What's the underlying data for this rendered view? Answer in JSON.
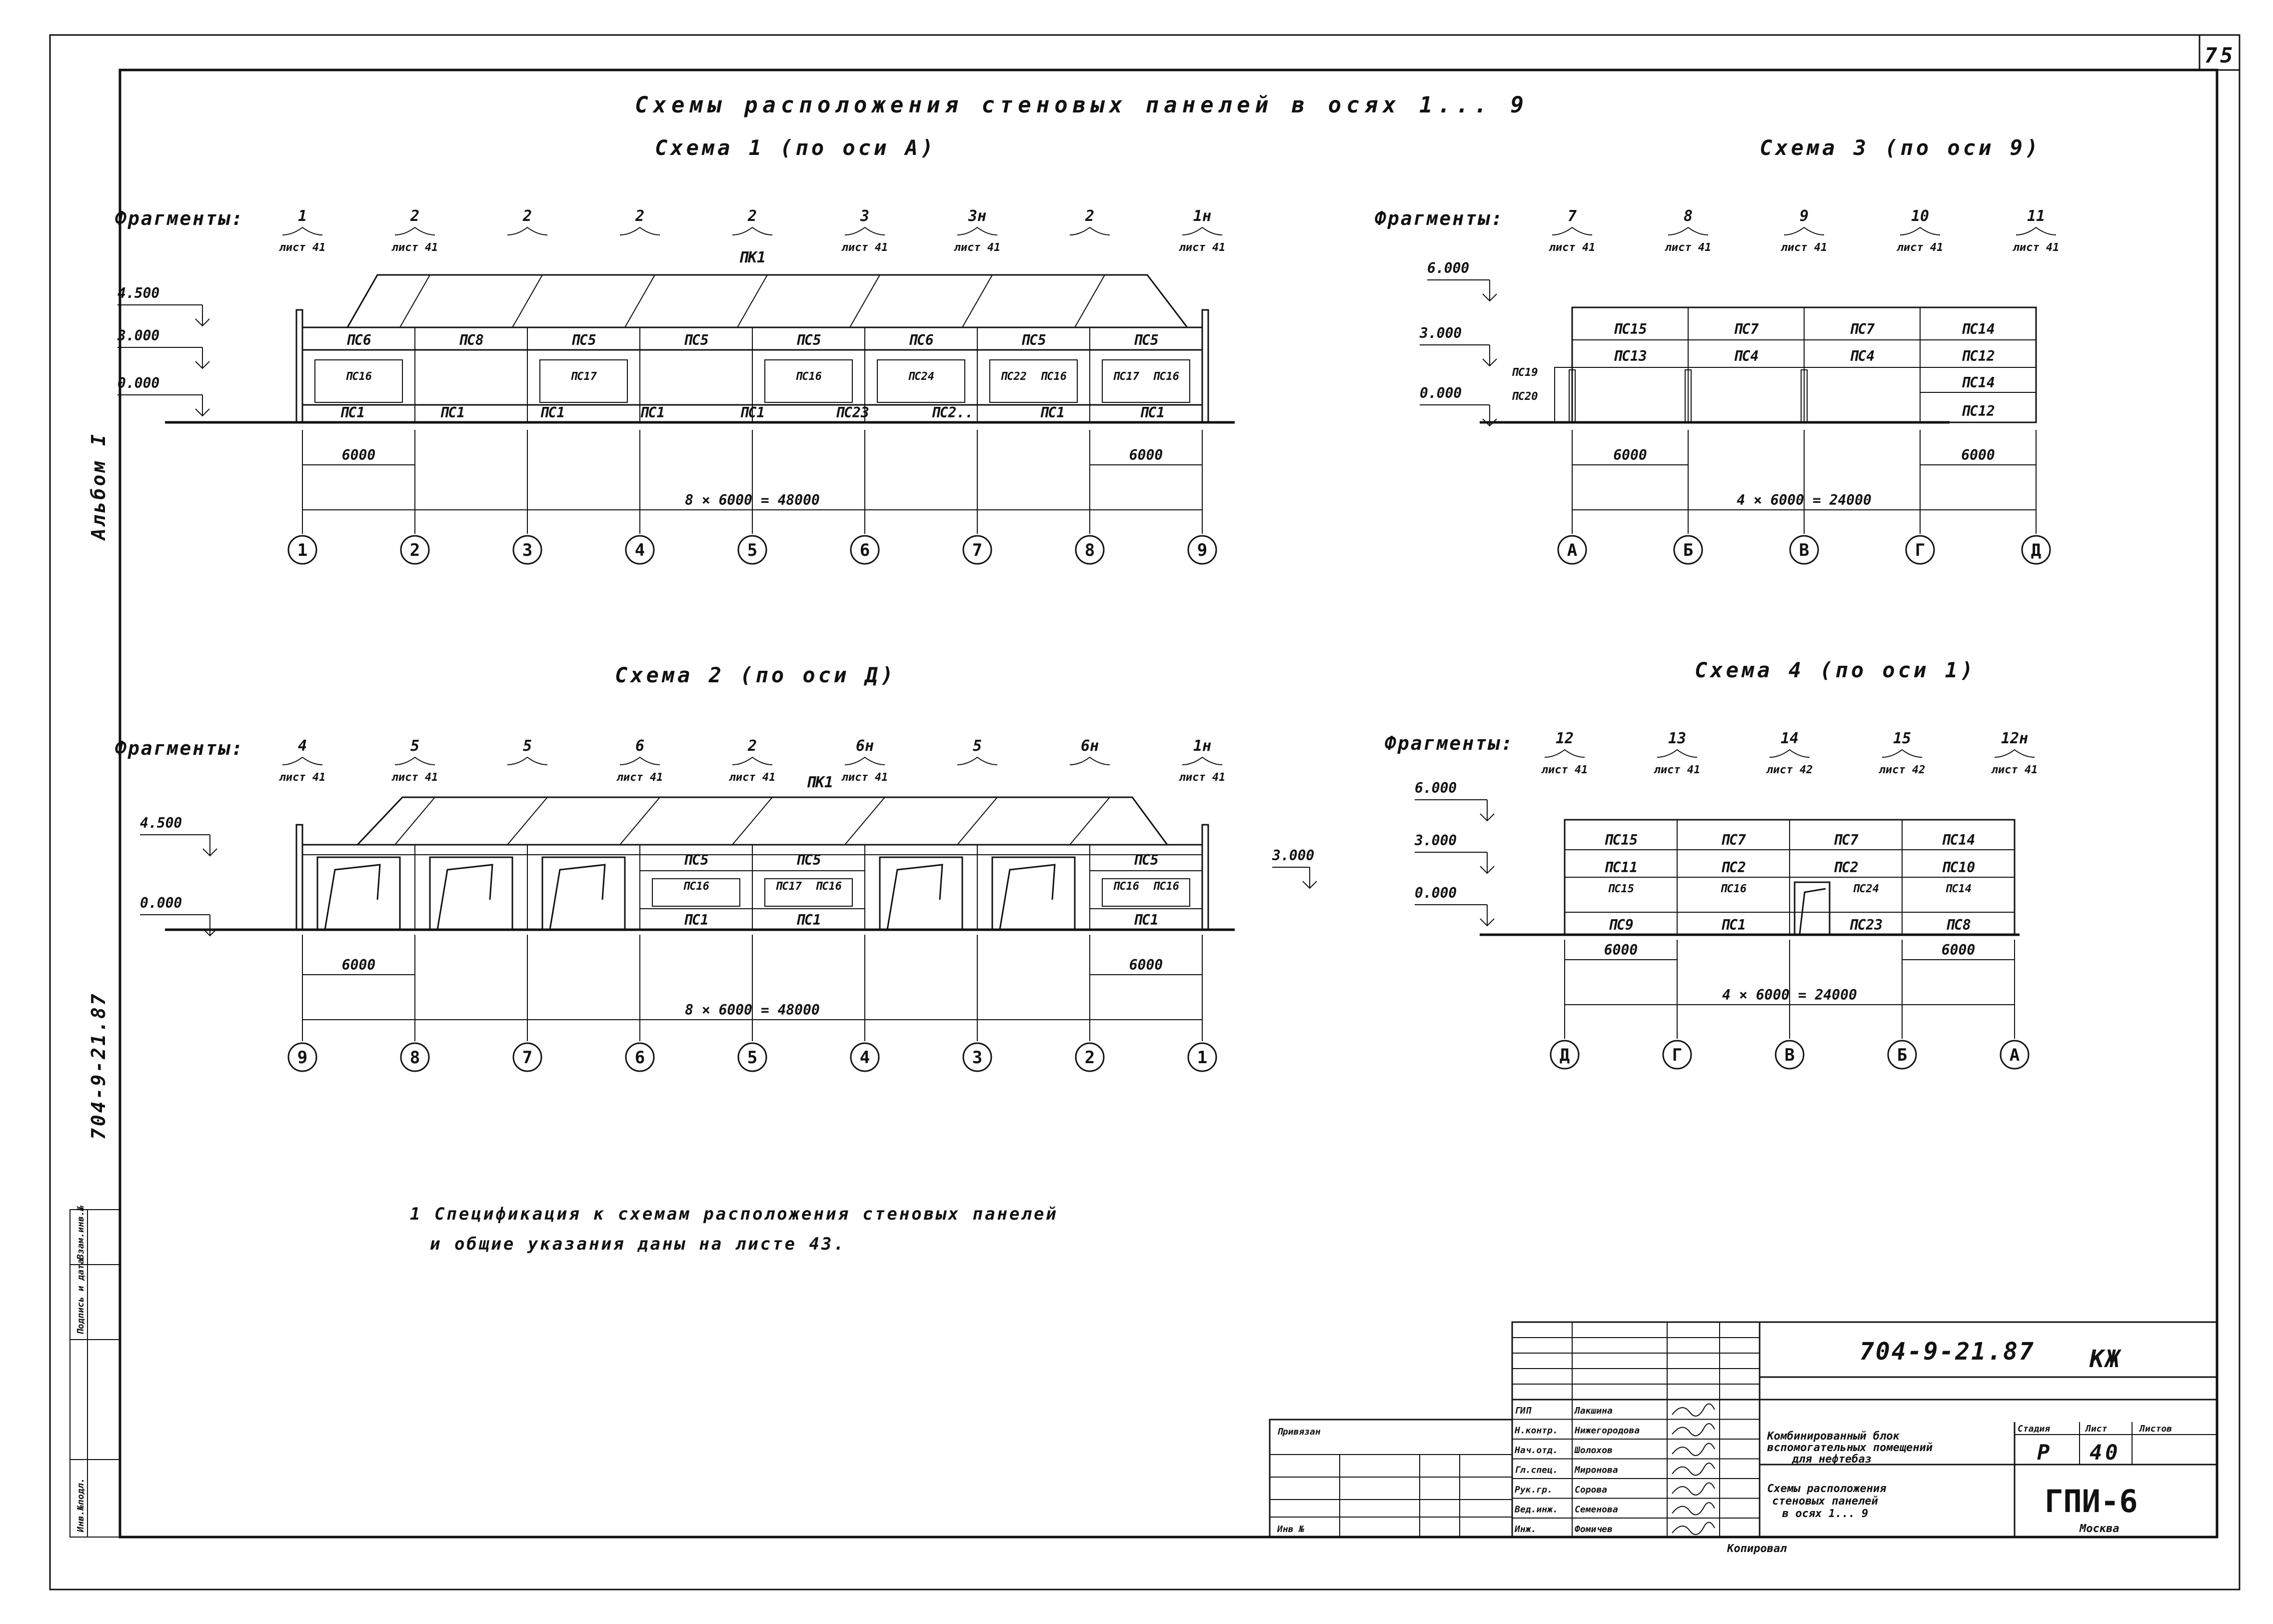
{
  "sheet": {
    "number": "75"
  },
  "title": "Схемы расположения стеновых панелей в осях 1... 9",
  "side": {
    "album": "Альбом I",
    "project": "704-9-21.87"
  },
  "side_table": {
    "inv_orig": "Инв.№подл.",
    "sign_date": "Подпись и дата",
    "inv_instead": "Взам.инв.№"
  },
  "fragments_label": "Фрагменты:",
  "schemes": {
    "s1": {
      "heading": "Схема 1 (по оси А)",
      "fragments": [
        {
          "n": "1",
          "sheet": "лист 41"
        },
        {
          "n": "2",
          "sheet": "лист 41"
        },
        {
          "n": "2",
          "sheet": ""
        },
        {
          "n": "2",
          "sheet": ""
        },
        {
          "n": "2",
          "sheet": ""
        },
        {
          "n": "3",
          "sheet": "лист 41"
        },
        {
          "n": "3н",
          "sheet": "лист 41"
        },
        {
          "n": "2",
          "sheet": ""
        },
        {
          "n": "1н",
          "sheet": "лист 41"
        }
      ],
      "roof_label": "ПК1",
      "levels": [
        "4.500",
        "3.000",
        "0.000"
      ],
      "panels_top": [
        "ПС6",
        "ПС8",
        "ПС5",
        "ПС5",
        "ПС5",
        "ПС6",
        "ПС5",
        "ПС5"
      ],
      "panels_mid": [
        [
          "ПС16"
        ],
        [],
        [
          "ПС17"
        ],
        [],
        [
          "ПС16"
        ],
        [
          "ПС24"
        ],
        [
          "ПС22",
          "ПС16"
        ],
        [
          "ПС17",
          "ПС16"
        ]
      ],
      "panels_bot": [
        "ПС1",
        "ПС1",
        "ПС1",
        "ПС1",
        "ПС1",
        "ПС23",
        "ПС2..",
        "ПС1",
        "ПС1"
      ],
      "dim_left": "6000",
      "dim_right": "6000",
      "dim_total": "8 × 6000 = 48000",
      "axes": [
        "1",
        "2",
        "3",
        "4",
        "5",
        "6",
        "7",
        "8",
        "9"
      ]
    },
    "s2": {
      "heading": "Схема 2 (по оси Д)",
      "fragments": [
        {
          "n": "4",
          "sheet": "лист 41"
        },
        {
          "n": "5",
          "sheet": "лист 41"
        },
        {
          "n": "5",
          "sheet": ""
        },
        {
          "n": "6",
          "sheet": "лист 41"
        },
        {
          "n": "2",
          "sheet": "лист 41"
        },
        {
          "n": "6н",
          "sheet": "лист 41"
        },
        {
          "n": "5",
          "sheet": ""
        },
        {
          "n": "6н",
          "sheet": ""
        },
        {
          "n": "1н",
          "sheet": "лист 41"
        }
      ],
      "roof_label": "ПК1",
      "levels": [
        "4.500",
        "0.000"
      ],
      "level_right": "3.000",
      "panels_top": [
        "ПС5",
        "ПС5",
        "ПС5"
      ],
      "panels_mid": [
        [
          "ПС16"
        ],
        [
          "ПС17",
          "ПС16"
        ],
        [
          "ПС16",
          "ПС16"
        ]
      ],
      "panels_bot": [
        "ПС1",
        "ПС1",
        "ПС1"
      ],
      "dim_left": "6000",
      "dim_right": "6000",
      "dim_total": "8 × 6000 = 48000",
      "axes": [
        "9",
        "8",
        "7",
        "6",
        "5",
        "4",
        "3",
        "2",
        "1"
      ]
    },
    "s3": {
      "heading": "Схема 3 (по оси 9)",
      "fragments": [
        {
          "n": "7",
          "sheet": "лист 41"
        },
        {
          "n": "8",
          "sheet": "лист 41"
        },
        {
          "n": "9",
          "sheet": "лист 41"
        },
        {
          "n": "10",
          "sheet": "лист 41"
        },
        {
          "n": "11",
          "sheet": "лист 41"
        }
      ],
      "levels": [
        "6.000",
        "3.000",
        "0.000"
      ],
      "panels_r1": [
        "ПС15",
        "ПС7",
        "ПС7",
        "ПС14"
      ],
      "panels_r2": [
        "ПС13",
        "ПС4",
        "ПС4",
        "ПС12"
      ],
      "panels_r3": [
        "ПС14"
      ],
      "panels_r4": [
        "ПС12"
      ],
      "side_panels": [
        "ПС19",
        "ПС20"
      ],
      "dim_left": "6000",
      "dim_right": "6000",
      "dim_total": "4 × 6000 = 24000",
      "axes": [
        "А",
        "Б",
        "В",
        "Г",
        "Д"
      ]
    },
    "s4": {
      "heading": "Схема 4 (по оси 1)",
      "fragments": [
        {
          "n": "12",
          "sheet": "лист 41"
        },
        {
          "n": "13",
          "sheet": "лист 41"
        },
        {
          "n": "14",
          "sheet": "лист 42"
        },
        {
          "n": "15",
          "sheet": "лист 42"
        },
        {
          "n": "12н",
          "sheet": "лист 41"
        }
      ],
      "levels": [
        "6.000",
        "3.000",
        "0.000"
      ],
      "panels_r1": [
        "ПС15",
        "ПС7",
        "ПС7",
        "ПС14"
      ],
      "panels_r2": [
        "ПС11",
        "ПС2",
        "ПС2",
        "ПС10"
      ],
      "panels_r3": [
        "ПС15",
        "ПС16",
        "ПС24",
        "ПС14"
      ],
      "panels_r4": [
        "ПС9",
        "ПС1",
        "ПС23",
        "ПС8"
      ],
      "dim_left": "6000",
      "dim_right": "6000",
      "dim_total": "4 × 6000 = 24000",
      "axes": [
        "Д",
        "Г",
        "В",
        "Б",
        "А"
      ]
    }
  },
  "note": {
    "line1": "1 Спецификация к схемам расположения стеновых панелей",
    "line2": "и общие указания даны на листе 43."
  },
  "title_block": {
    "code": "704-9-21.87",
    "mark": "КЖ",
    "attached": "Привязан",
    "inv_no": "Инв №",
    "roles": [
      "ГИП",
      "Н.контр.",
      "Нач.отд.",
      "Гл.спец.",
      "Рук.гр.",
      "Вед.инж.",
      "Инж."
    ],
    "names": [
      "Лакшина",
      "Нижегородова",
      "Шолохов",
      "Миронова",
      "Сорова",
      "Семенова",
      "Фомичев"
    ],
    "project_name": [
      "Комбинированный блок",
      "вспомогательных помещений",
      "для нефтебаз"
    ],
    "sheet_name": [
      "Схемы расположения",
      "стеновых панелей",
      "в осях 1... 9"
    ],
    "stage_label": "Стадия",
    "sheet_label": "Лист",
    "sheets_label": "Листов",
    "stage": "Р",
    "sheet": "40",
    "sheets": "",
    "org": "ГПИ-6",
    "city": "Москва",
    "copied": "Копировал"
  }
}
